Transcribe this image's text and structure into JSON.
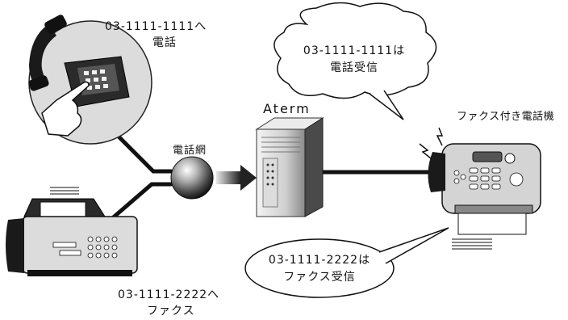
{
  "labels": {
    "phone_call_number": "03-1111-1111へ",
    "phone_call_action": "電話",
    "network": "電話網",
    "fax_call_number": "03-1111-2222へ",
    "fax_call_action": "ファクス",
    "router": "Aterm",
    "fax_phone_device": "ファクス付き電話機",
    "bubble_phone_line1": "03-1111-1111は",
    "bubble_phone_line2": "電話受信",
    "bubble_fax_line1": "03-1111-2222は",
    "bubble_fax_line2": "ファクス受信"
  },
  "icons": [
    "telephone-handset-icon",
    "hand-icon",
    "network-globe-icon",
    "arrow-right-icon",
    "router-tower-icon",
    "fax-machine-icon",
    "fax-phone-icon",
    "ring-lightning-icon"
  ],
  "colors": {
    "line": "#111111",
    "phone_circle": "#dcdcdc",
    "globe": "#5a5a5a"
  }
}
